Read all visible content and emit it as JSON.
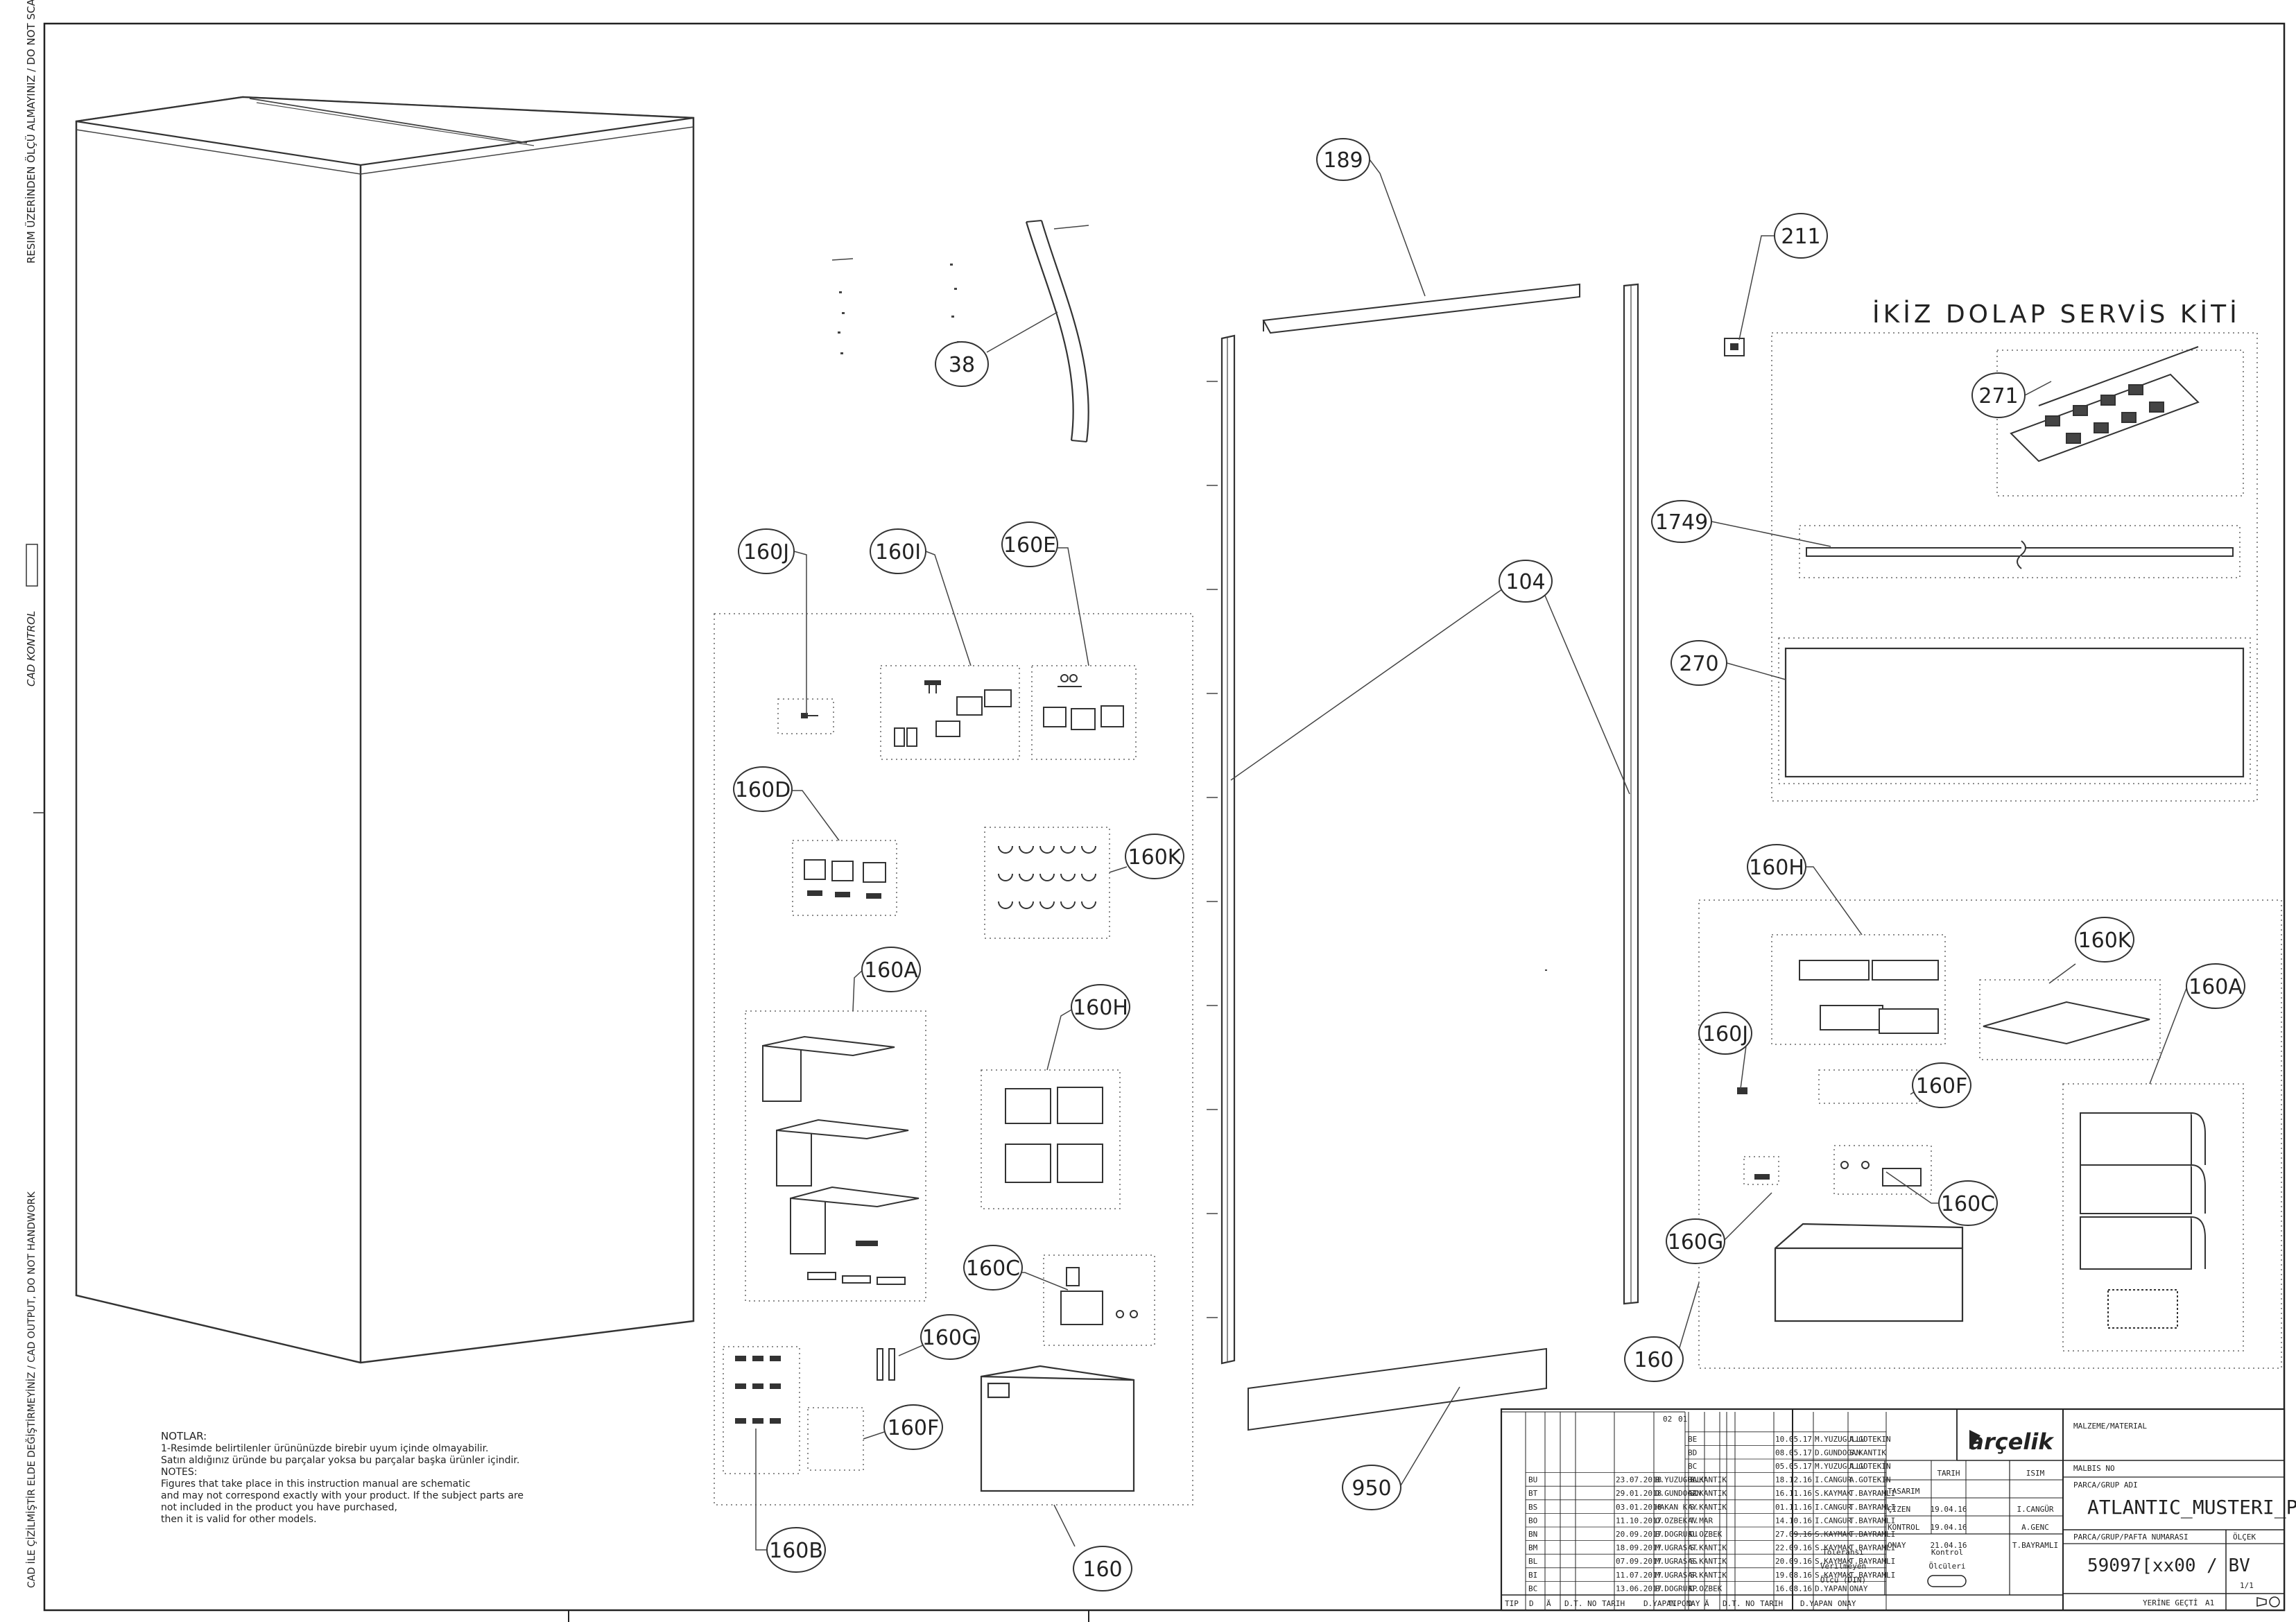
{
  "margin_text": {
    "top_left": "RESIM ÜZERİNDEN ÖLÇÜ ALMAYINIZ / DO NOT SCALE",
    "cad_kontrol": "CAD KONTROL",
    "bottom_left": "CAD İLE ÇİZİLMİŞTİR ELDE DEĞİŞTİRMEYİNİZ / CAD OUTPUT, DO NOT HANDWORK"
  },
  "kit_title": "İKİZ DOLAP SERVİS KİTİ",
  "callouts": {
    "c189": "189",
    "c38": "38",
    "c211": "211",
    "c271": "271",
    "c1749": "1749",
    "c270": "270",
    "c104": "104",
    "c160J_a": "160J",
    "c160I": "160I",
    "c160E": "160E",
    "c160D": "160D",
    "c160K_a": "160K",
    "c160A_a": "160A",
    "c160H_a": "160H",
    "c160C_a": "160C",
    "c160G_a": "160G",
    "c160F_a": "160F",
    "c160B": "160B",
    "c160_a": "160",
    "c950": "950",
    "c160H_b": "160H",
    "c160K_b": "160K",
    "c160A_b": "160A",
    "c160J_b": "160J",
    "c160F_b": "160F",
    "c160C_b": "160C",
    "c160G_b": "160G",
    "c160_b": "160"
  },
  "notes": {
    "title": "NOTLAR:",
    "line1": "1-Resimde belirtilenler ürününüzde birebir  uyum içinde olmayabilir.",
    "line2": "Satın aldığınız üründe bu parçalar yoksa bu parçalar başka ürünler içindir.",
    "line3": "NOTES:",
    "line4": "Figures that take place in this instruction manual are schematic",
    "line5": " and may not correspond exactly with your product. If the subject parts are",
    "line6": "not included in the product you have purchased,",
    "line7": "then it is valid for other models."
  },
  "title_block": {
    "brand": "arçelik",
    "material_label": "MALZEME/MATERIAL",
    "malbis_label": "MALBIS NO",
    "part_group_label": "PARCA/GRUP ADI",
    "part_name": "ATLANTIC_MUSTERI_PK",
    "part_number_label": "PARCA/GRUP/PAFTA NUMARASI",
    "part_number": "59097[xx00 / BV",
    "scale_label": "ÖLÇEK",
    "sheet": "1/1",
    "yerine_gecti": "YERİNE GEÇTİ",
    "size": "A1",
    "tolerance_l1": "Toleransı",
    "tolerance_l2": "Verilmeyen",
    "tolerance_l3": "Ölcü (DIN)",
    "kontrol_l1": "Kontrol",
    "kontrol_l2": "Ölcüleri",
    "col_tarih": "TARIH",
    "col_isim": "ISIM",
    "row_tasarim": "TASARIM",
    "row_cizen": "ÇİZEN",
    "row_kontrol": "KONTROL",
    "row_onay": "ONAY",
    "cizen_date": "19.04.16",
    "cizen_name": "I.CANGÜR",
    "kontrol_date": "19.04.16",
    "kontrol_name": "A.GENC",
    "onay_date": "21.04.16",
    "onay_name": "T.BAYRAMLI",
    "page_marks": [
      "02",
      "01"
    ],
    "footer_left": [
      "TIP",
      "D",
      "Ä",
      "D.T. NO",
      "TARIH",
      "D.YAPAN",
      "ONAY"
    ],
    "footer_right": [
      "TIP",
      "D",
      "Ä",
      "D.T. NO",
      "TARIH",
      "D.YAPAN",
      "ONAY"
    ],
    "left_revisions": [
      {
        "tip": "BU",
        "date": "23.07.2018",
        "by": "B.YUZUGULLU",
        "onay": "S.KANTIK"
      },
      {
        "tip": "BT",
        "date": "29.01.2018",
        "by": "D.GUNDOGAN",
        "onay": "S.KANTIK"
      },
      {
        "tip": "BS",
        "date": "03.01.2018",
        "by": "HAKAN K",
        "onay": "S.KANTIK"
      },
      {
        "tip": "BO",
        "date": "11.10.2017",
        "by": "O.OZBEK",
        "onay": "T.MAR"
      },
      {
        "tip": "BN",
        "date": "20.09.2017",
        "by": "B.DOGRUS",
        "onay": "O.OZBEK"
      },
      {
        "tip": "BM",
        "date": "18.09.2017",
        "by": "M.UGRAS",
        "onay": "S.KANTIK"
      },
      {
        "tip": "BL",
        "date": "07.09.2017",
        "by": "M.UGRAS",
        "onay": "S.KANTIK"
      },
      {
        "tip": "BI",
        "date": "11.07.2017",
        "by": "M.UGRAS",
        "onay": "S.KANTIK"
      },
      {
        "tip": "BC",
        "date": "13.06.2017",
        "by": "B.DOGRUS",
        "onay": "O.OZBEK"
      }
    ],
    "right_revisions": [
      {
        "tip": "BE",
        "date": "10.05.17",
        "by": "M.YUZUGULLU",
        "onay": "A.GOTEKIN"
      },
      {
        "tip": "BD",
        "date": "08.05.17",
        "by": "D.GUNDOGAN",
        "onay": "S.KANTIK"
      },
      {
        "tip": "BC",
        "date": "05.05.17",
        "by": "M.YUZUGULLU",
        "onay": "A.GOTEKIN"
      },
      {
        "tip": "BA",
        "date": "18.12.16",
        "by": "I.CANGUR",
        "onay": "A.GOTEKIN"
      },
      {
        "tip": "AZ",
        "date": "16.11.16",
        "by": "S.KAYMAK",
        "onay": "T.BAYRAMLI"
      },
      {
        "tip": "AY",
        "date": "01.11.16",
        "by": "I.CANGUR",
        "onay": "T.BAYRAMLI"
      },
      {
        "tip": "AV",
        "date": "14.10.16",
        "by": "I.CANGUR",
        "onay": "T.BAYRAMLI"
      },
      {
        "tip": "AU",
        "date": "27.09.16",
        "by": "S.KAYMAK",
        "onay": "T.BAYRAMLI"
      },
      {
        "tip": "AT",
        "date": "22.09.16",
        "by": "S.KAYMAK",
        "onay": "T.BAYRAMLI"
      },
      {
        "tip": "AS",
        "date": "20.09.16",
        "by": "S.KAYMAK",
        "onay": "T.BAYRAMLI"
      },
      {
        "tip": "AR",
        "date": "19.08.16",
        "by": "S.KAYMAK",
        "onay": "T.BAYRAMLI"
      },
      {
        "tip": "AP",
        "date": "16.08.16",
        "by": "D.YAPAN",
        "onay": "ONAY"
      }
    ]
  }
}
